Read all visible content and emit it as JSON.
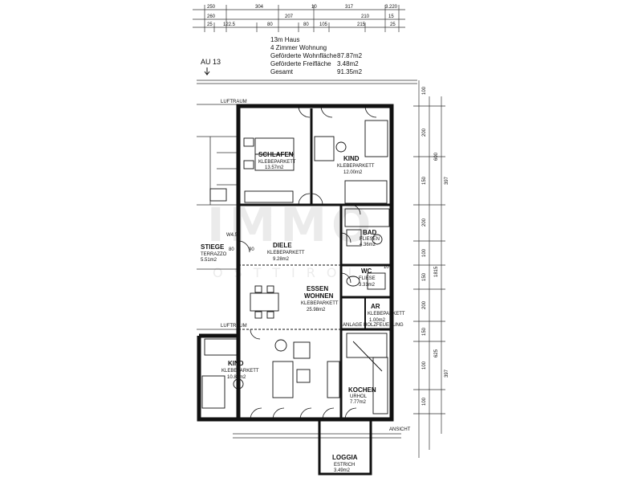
{
  "dimensions": {
    "row1": [
      "250",
      "304",
      "10",
      "317",
      "3.220"
    ],
    "row2": [
      "260",
      "207",
      "210",
      "15"
    ],
    "row3": [
      "25",
      "122.5",
      "80",
      "80",
      "105",
      "215",
      "25"
    ],
    "right_col1": [
      "100",
      "200",
      "150",
      "200",
      "100",
      "150",
      "200",
      "150",
      "100",
      "100"
    ],
    "right_col2": [
      "600",
      "397",
      "625",
      "397"
    ],
    "right_col3": [
      "1815"
    ]
  },
  "info_block": {
    "line1": "13m Haus",
    "line2": "4 Zimmer Wohnung",
    "line3_label": "Geförderte Wohnfläche",
    "line3_value": "87.87m2",
    "line4_label": "Geförderte Freifläche",
    "line4_value": "3.48m2",
    "line5_label": "Gesamt",
    "line5_value": "91.35m2"
  },
  "axis_label": "AU 13",
  "rooms": {
    "schlafen": {
      "name": "SCHLAFEN",
      "floor": "KLEBEPARKETT",
      "area": "13.57m2"
    },
    "kind_top": {
      "name": "KIND",
      "floor": "KLEBEPARKETT",
      "area": "12.00m2"
    },
    "bad": {
      "name": "BAD",
      "floor": "FLIESEN",
      "area": "4.36m2"
    },
    "wc": {
      "name": "WC",
      "floor": "FLIESE",
      "area": "3.31m2"
    },
    "stiege": {
      "name": "STIEGE",
      "floor": "TERRAZZO",
      "area": "5.51m2"
    },
    "diele": {
      "name": "DIELE",
      "floor": "KLEBEPARKETT",
      "area": "9.28m2"
    },
    "essen": {
      "name": "ESSEN",
      "name2": "WOHNEN",
      "floor": "KLEBEPARKETT",
      "area": "25.98m2"
    },
    "ar": {
      "name": "AR",
      "floor": "KLEBEPARKETT",
      "area": "1.00m2"
    },
    "kind_bottom": {
      "name": "KIND",
      "floor": "KLEBEPARKETT",
      "area": "10.82m2"
    },
    "kochen": {
      "name": "KOCHEN",
      "floor": "URHOL",
      "area": "7.77m2"
    },
    "loggia": {
      "name": "LOGGIA",
      "floor": "ESTRICH",
      "area": "3.49m2"
    }
  },
  "small_labels": {
    "luftraum1": "LUFTRAUM",
    "luftraum2": "LUFTRAUM",
    "w45": "W4.5",
    "n90": "90",
    "n80": "80",
    "n10": "10",
    "ansicht": "ANSICHT",
    "kochen_note": "ANLAGE HOLZFEUERUNG"
  },
  "watermark": {
    "main": "IMMO",
    "sub": "OSTTIROL"
  }
}
